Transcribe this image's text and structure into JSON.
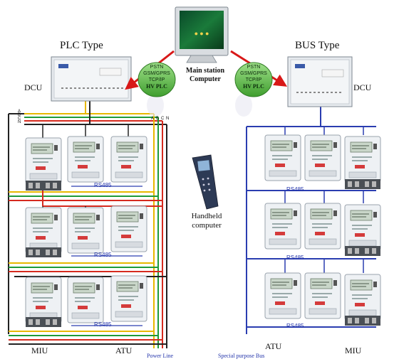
{
  "title_plc": "PLC Type",
  "title_bus": "BUS Type",
  "dcu_label": "DCU",
  "main_station": {
    "line1": "Main station",
    "line2": "Computer"
  },
  "comm_methods": [
    "PSTN",
    "GSM/GPRS",
    "TCP/IP",
    "HV PLC"
  ],
  "phase_labels": [
    "A",
    "B",
    "C",
    "N"
  ],
  "rs485_label": "RS485",
  "handheld": {
    "line1": "Handheld",
    "line2": "computer"
  },
  "miu_label": "MIU",
  "atu_label": "ATU",
  "power_line_label": "Power Line",
  "bus_label": "Special purpose Bus",
  "colors": {
    "phase_a": "#e8b800",
    "phase_b": "#1e9a3a",
    "phase_c": "#d62a1e",
    "neutral": "#222222",
    "bus": "#2a3db0",
    "arrow": "#d81818",
    "comm_bubble": "#4caf3a"
  }
}
